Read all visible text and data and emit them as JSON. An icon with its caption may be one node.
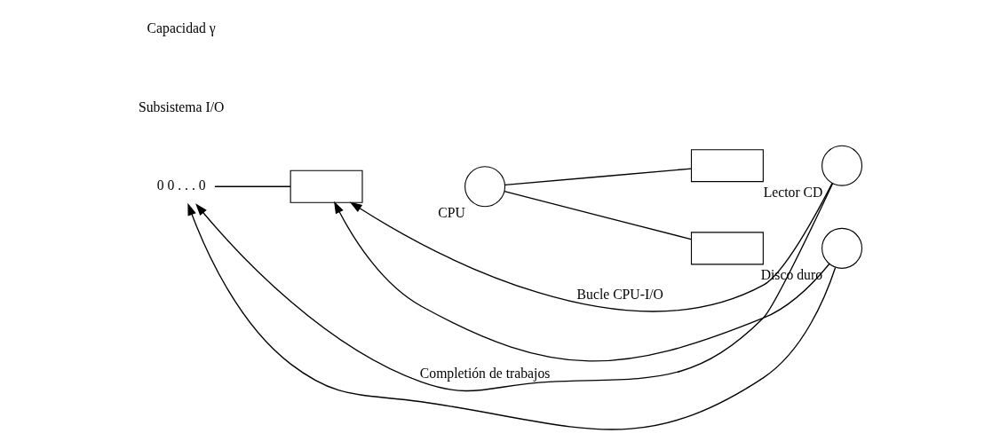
{
  "diagram": {
    "nodes": [
      {
        "text": [
          "0 0 . . . 0"
        ]
      },
      {
        "text": [],
        "shape": "box"
      },
      {
        "text": [],
        "shape": "circle",
        "beside": [
          "CPU"
        ]
      },
      {
        "text": [],
        "shape": "box"
      },
      {
        "text": [],
        "shape": "circle",
        "beside": [
          "Lector CD"
        ]
      },
      {
        "text": [],
        "shape": "box"
      },
      {
        "text": [],
        "shape": "circle",
        "beside": [
          "Disco duro"
        ]
      }
    ],
    "edges": [
      {
        "from": 0,
        "to": 1,
        "arrow": "none"
      },
      {
        "from": 2,
        "to": 3,
        "arrow": "none"
      },
      {
        "from": 2,
        "to": 5,
        "arrow": "none"
      },
      {
        "from": 4,
        "to": 1,
        "arrow": "to",
        "label": "Bucle CPU-I/O"
      },
      {
        "from": 6,
        "to": 1,
        "arrow": "to"
      },
      {
        "from": 4,
        "to": 0,
        "arrow": "to",
        "label": "Completión de trabajos"
      },
      {
        "from": 6,
        "to": 0,
        "arrow": "to"
      }
    ],
    "labels": [
      "Subsistema I/O",
      "Capacidad γ"
    ]
  }
}
